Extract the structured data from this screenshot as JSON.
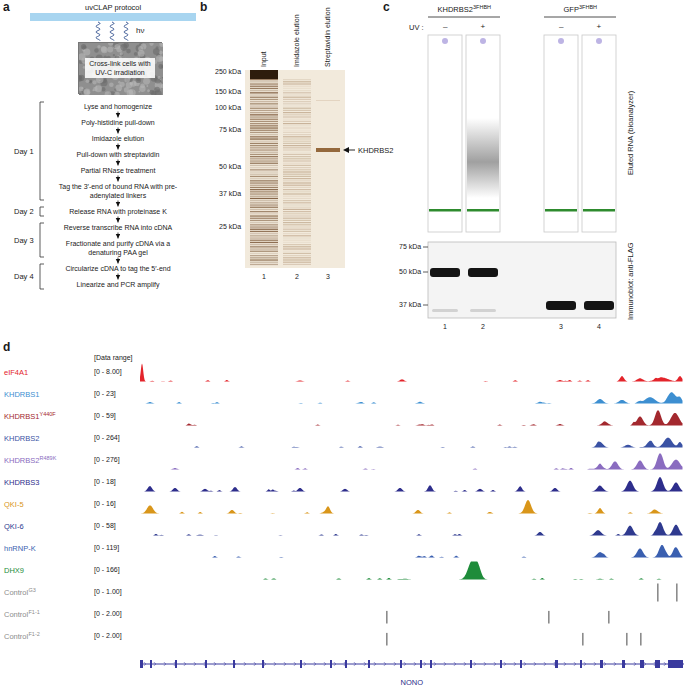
{
  "diagram": {
    "nodes": [
      {
        "text": [
          "Cross-link cells with UV-C irradiation"
        ]
      },
      {
        "text": [
          "Lyse and homogenize"
        ]
      },
      {
        "text": [
          "Poly-histidine pull-down"
        ]
      },
      {
        "text": [
          "Imidazole elution"
        ]
      },
      {
        "text": [
          "Pull-down with streptavidin"
        ]
      },
      {
        "text": [
          "Partial RNase treatment"
        ]
      },
      {
        "text": [
          "Tag the 3′-end of bound RNA with pre-adenylated linkers"
        ]
      },
      {
        "text": [
          "Release RNA with proteinase K"
        ]
      },
      {
        "text": [
          "Reverse transcribe RNA into cDNA"
        ]
      },
      {
        "text": [
          "Fractionate and purify cDNA via a denaturing PAA gel"
        ]
      },
      {
        "text": [
          "Circularize cDNA to tag the 5′-end"
        ]
      },
      {
        "text": [
          "Linearize and PCR amplify"
        ]
      }
    ],
    "edges": [
      {
        "from": 1,
        "to": 2,
        "arrow": "to"
      },
      {
        "from": 2,
        "to": 3,
        "arrow": "to"
      },
      {
        "from": 3,
        "to": 4,
        "arrow": "to"
      },
      {
        "from": 4,
        "to": 5,
        "arrow": "to"
      },
      {
        "from": 5,
        "to": 6,
        "arrow": "to"
      },
      {
        "from": 6,
        "to": 7,
        "arrow": "to"
      },
      {
        "from": 7,
        "to": 8,
        "arrow": "to"
      },
      {
        "from": 8,
        "to": 9,
        "arrow": "to"
      },
      {
        "from": 9,
        "to": 10,
        "arrow": "to"
      },
      {
        "from": 10,
        "to": 11,
        "arrow": "to"
      }
    ],
    "labels": [
      "a",
      "uvCLAP protocol",
      "hν",
      "Day 1",
      "Day 2",
      "Day 3",
      "Day 4",
      "b",
      "250 kDa",
      "150 kDa",
      "100 kDa",
      "75 kDa",
      "50 kDa",
      "37 kDa",
      "25 kDa",
      "Input",
      "Imidazole elution",
      "Streptavidin elution",
      "KHDRBS2",
      "1",
      "2",
      "3",
      "c",
      "KHDRBS2",
      "3FHBH",
      "GFP",
      "3FHBH",
      "UV :",
      "–",
      "+",
      "–",
      "+",
      "Eluted RNA (bioanalyzer)",
      "Immunoblot: anti-FLAG",
      "75 kDa",
      "50 kDa",
      "37 kDa",
      "1",
      "2",
      "3",
      "4",
      "d",
      "[Data range]",
      "eIF4A1",
      "[0 - 8.00]",
      "KHDRBS1",
      "[0 - 23]",
      "KHDRBS1",
      "Y440F",
      "[0 - 59]",
      "KHDRBS2",
      "[0 - 264]",
      "KHDRBS2",
      "R489K",
      "[0 - 276]",
      "KHDRBS3",
      "[0 - 18]",
      "QKI-5",
      "[0 - 16]",
      "QKI-6",
      "[0 - 58]",
      "hnRNP-K",
      "[0 - 119]",
      "DHX9",
      "[0 - 166]",
      "Control",
      "G3",
      "[0 - 1.00]",
      "Control",
      "F1-1",
      "[0 - 2.00]",
      "Control",
      "F1-2",
      "[0 - 2.00]",
      "NONO"
    ]
  }
}
